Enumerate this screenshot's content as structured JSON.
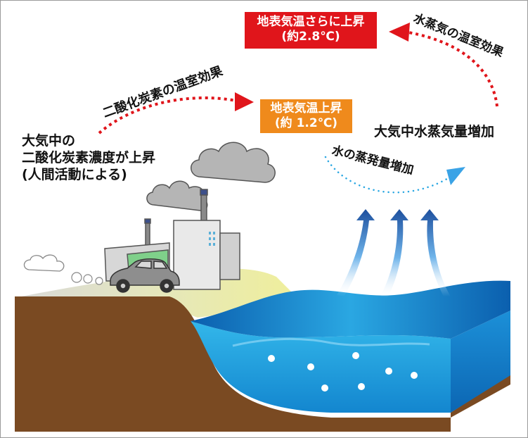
{
  "labels": {
    "co2_rise_line1": "大気中の",
    "co2_rise_line2": "二酸化炭素濃度が上昇",
    "co2_rise_line3": "(人間活動による)",
    "co2_greenhouse": "二酸化炭素の温室効果",
    "vapor_greenhouse": "水蒸気の温室効果",
    "evaporation": "水の蒸発量増加",
    "vapor_increase": "大気中水蒸気量増加"
  },
  "boxes": {
    "temp_rise_line1": "地表気温上昇",
    "temp_rise_line2": "(約 1.2℃)",
    "temp_rise_further_line1": "地表気温さらに上昇",
    "temp_rise_further_line2": "(約2.8℃)"
  },
  "colors": {
    "arrow_red": "#e0151b",
    "box_orange": "#ef8a1c",
    "ocean_blue": "#1ea0dc",
    "ground_brown": "#7a4a22",
    "vapor_arrow": "#1f5fb0"
  }
}
